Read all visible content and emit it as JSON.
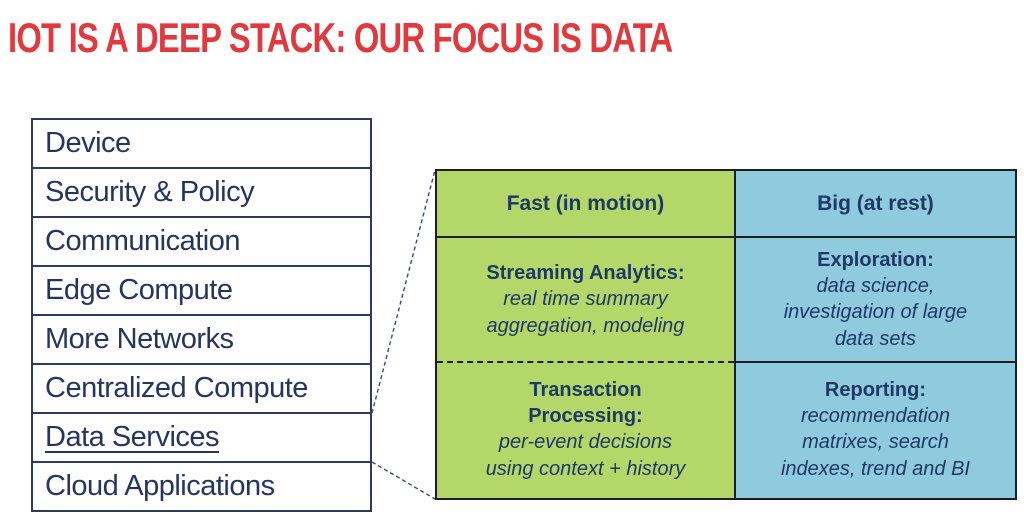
{
  "title": "IOT IS A DEEP STACK: OUR FOCUS IS DATA",
  "stack": {
    "layers": [
      {
        "label": "Device"
      },
      {
        "label": "Security & Policy"
      },
      {
        "label": "Communication"
      },
      {
        "label": "Edge Compute"
      },
      {
        "label": "More Networks"
      },
      {
        "label": "Centralized Compute"
      },
      {
        "label": "Data Services"
      },
      {
        "label": "Cloud Applications"
      }
    ],
    "highlighted_layer": "Data Services"
  },
  "matrix": {
    "columns": [
      {
        "header": "Fast (in motion)",
        "color": "#b4d76a",
        "cells": [
          {
            "lead": "Streaming Analytics:",
            "desc": "real time summary aggregation, modeling"
          },
          {
            "lead": "Transaction Processing:",
            "desc": "per-event decisions using context + history"
          }
        ]
      },
      {
        "header": "Big (at rest)",
        "color": "#8fcade",
        "cells": [
          {
            "lead": "Exploration:",
            "desc": "data science, investigation of large data sets"
          },
          {
            "lead": "Reporting:",
            "desc": "recommendation matrixes, search indexes, trend and BI"
          }
        ]
      }
    ]
  },
  "colors": {
    "title_red": "#e03a3e",
    "stack_border_navy": "#2e3a60",
    "stack_text_navy": "#26355f",
    "matrix_text_navy": "#1f3864",
    "matrix_border": "#1e1e1e",
    "connector_navy": "#3b4a7e",
    "green_cell": "#b4d76a",
    "blue_cell": "#8fcade",
    "background": "#ffffff"
  }
}
